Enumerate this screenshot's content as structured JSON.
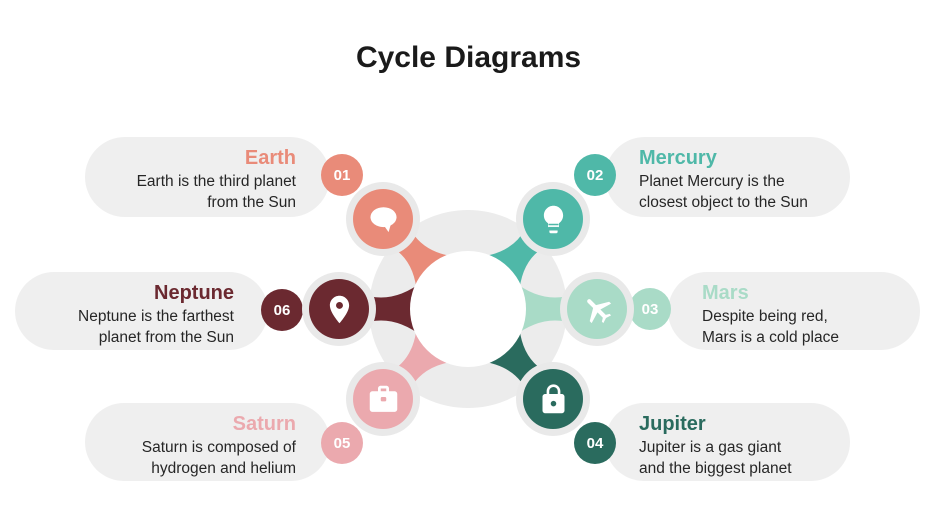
{
  "title": "Cycle Diagrams",
  "nodes": [
    {
      "id": "earth",
      "number": "01",
      "title": "Earth",
      "description": "Earth is the third planet\nfrom the Sun",
      "color": "#E98B79",
      "icon": "chat-bubble-icon"
    },
    {
      "id": "mercury",
      "number": "02",
      "title": "Mercury",
      "description": "Planet Mercury is the\nclosest object to the Sun",
      "color": "#4FB8A8",
      "icon": "lightbulb-icon"
    },
    {
      "id": "mars",
      "number": "03",
      "title": "Mars",
      "description": "Despite being red,\nMars is a cold place",
      "color": "#A9DBC7",
      "icon": "airplane-icon"
    },
    {
      "id": "jupiter",
      "number": "04",
      "title": "Jupiter",
      "description": "Jupiter is a gas giant\nand the biggest planet",
      "color": "#2A6B5E",
      "icon": "padlock-icon"
    },
    {
      "id": "saturn",
      "number": "05",
      "title": "Saturn",
      "description": "Saturn is composed of\nhydrogen and helium",
      "color": "#EBA9AE",
      "icon": "briefcase-icon"
    },
    {
      "id": "neptune",
      "number": "06",
      "title": "Neptune",
      "description": "Neptune is the farthest\nplanet from the Sun",
      "color": "#6B2930",
      "icon": "location-pin-icon"
    }
  ],
  "colors": {
    "pill_background": "#EFEFEF",
    "ring_background": "#ECECEC",
    "icon_halo": "#E9E9E9",
    "description_text": "#262626",
    "heading_text": "#1A1A1A"
  }
}
